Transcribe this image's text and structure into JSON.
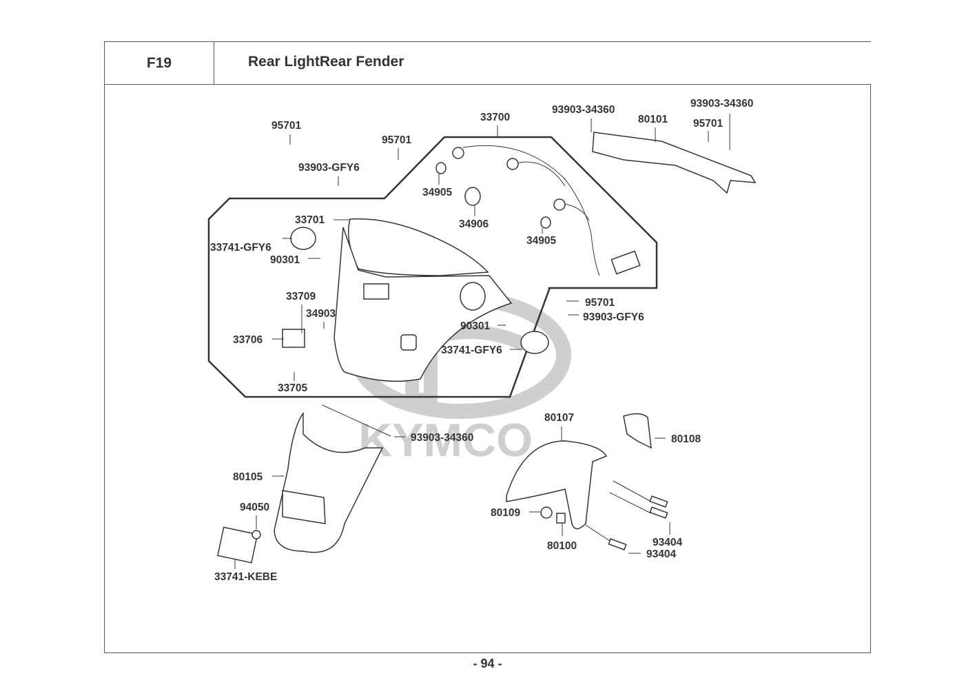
{
  "header": {
    "section_code": "F19",
    "title": "Rear LightRear Fender"
  },
  "watermark": {
    "brand": "KYMCO",
    "color": "#cfcfcf"
  },
  "page_number": "- 94 -",
  "callouts": [
    {
      "id": "c1",
      "label": "95701"
    },
    {
      "id": "c2",
      "label": "95701"
    },
    {
      "id": "c3",
      "label": "93903-GFY6"
    },
    {
      "id": "c4",
      "label": "33700"
    },
    {
      "id": "c5",
      "label": "93903-34360"
    },
    {
      "id": "c6",
      "label": "80101"
    },
    {
      "id": "c7",
      "label": "93903-34360"
    },
    {
      "id": "c8",
      "label": "95701"
    },
    {
      "id": "c9",
      "label": "34905"
    },
    {
      "id": "c10",
      "label": "34906"
    },
    {
      "id": "c11",
      "label": "34905"
    },
    {
      "id": "c12",
      "label": "33701"
    },
    {
      "id": "c13",
      "label": "33741-GFY6"
    },
    {
      "id": "c14",
      "label": "90301"
    },
    {
      "id": "c15",
      "label": "95701"
    },
    {
      "id": "c16",
      "label": "93903-GFY6"
    },
    {
      "id": "c17",
      "label": "33709"
    },
    {
      "id": "c18",
      "label": "34903"
    },
    {
      "id": "c19",
      "label": "33706"
    },
    {
      "id": "c20",
      "label": "90301"
    },
    {
      "id": "c21",
      "label": "33741-GFY6"
    },
    {
      "id": "c22",
      "label": "33705"
    },
    {
      "id": "c23",
      "label": "93903-34360"
    },
    {
      "id": "c24",
      "label": "80107"
    },
    {
      "id": "c25",
      "label": "80108"
    },
    {
      "id": "c26",
      "label": "80105"
    },
    {
      "id": "c27",
      "label": "94050"
    },
    {
      "id": "c28",
      "label": "33741-KEBE"
    },
    {
      "id": "c29",
      "label": "80109"
    },
    {
      "id": "c30",
      "label": "80100"
    },
    {
      "id": "c31",
      "label": "93404"
    },
    {
      "id": "c32",
      "label": "93404"
    }
  ]
}
